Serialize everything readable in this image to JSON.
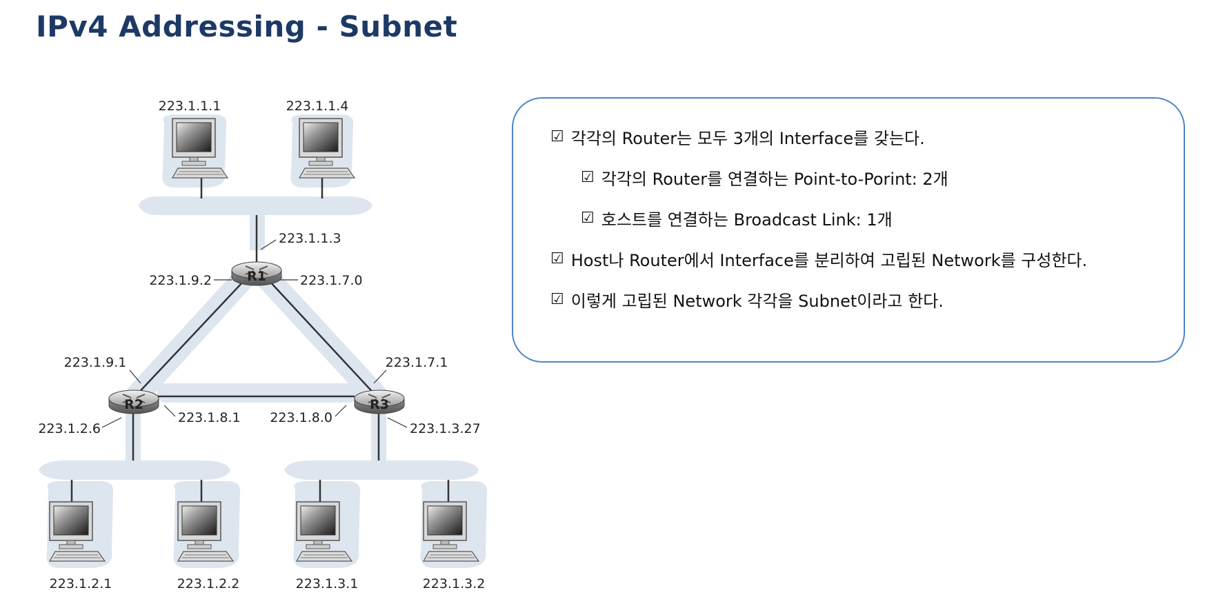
{
  "slide": {
    "title": "IPv4 Addressing - Subnet"
  },
  "diagram": {
    "hosts": [
      {
        "id": "host-top-1",
        "ip": "223.1.1.1"
      },
      {
        "id": "host-top-2",
        "ip": "223.1.1.4"
      },
      {
        "id": "host-bl-1",
        "ip": "223.1.2.1"
      },
      {
        "id": "host-bl-2",
        "ip": "223.1.2.2"
      },
      {
        "id": "host-br-1",
        "ip": "223.1.3.1"
      },
      {
        "id": "host-br-2",
        "ip": "223.1.3.2"
      }
    ],
    "routers": [
      {
        "id": "R1",
        "label": "R1"
      },
      {
        "id": "R2",
        "label": "R2"
      },
      {
        "id": "R3",
        "label": "R3"
      }
    ],
    "interfaces": {
      "r1_top": "223.1.1.3",
      "r1_left": "223.1.9.2",
      "r1_right": "223.1.7.0",
      "r2_top": "223.1.9.1",
      "r2_right": "223.1.8.1",
      "r2_left": "223.1.2.6",
      "r3_top": "223.1.7.1",
      "r3_left": "223.1.8.0",
      "r3_right": "223.1.3.27"
    }
  },
  "info": {
    "check_symbol": "☑",
    "bullets": [
      {
        "level": 1,
        "text": "각각의 Router는 모두 3개의 Interface를 갖는다."
      },
      {
        "level": 2,
        "text": "각각의 Router를 연결하는 Point-to-Porint: 2개"
      },
      {
        "level": 2,
        "text": "호스트를 연결하는 Broadcast Link: 1개"
      },
      {
        "level": 1,
        "text": "Host나 Router에서 Interface를 분리하여 고립된 Network를 구성한다."
      },
      {
        "level": 1,
        "text": "이렇게 고립된 Network 각각을 Subnet이라고 한다."
      }
    ]
  },
  "colors": {
    "title": "#1d3a66",
    "subnet_blob": "#dde6ef",
    "link": "#333333",
    "box_border": "#4a86c8"
  }
}
